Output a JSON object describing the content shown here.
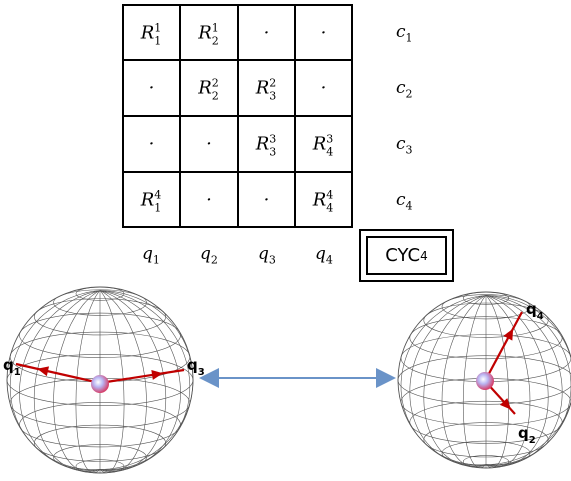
{
  "matrix": {
    "rows": [
      [
        "R_1^1",
        "R_2^1",
        "·",
        "·"
      ],
      [
        "·",
        "R_2^2",
        "R_3^2",
        "·"
      ],
      [
        "·",
        "·",
        "R_3^3",
        "R_4^3"
      ],
      [
        "R_1^4",
        "·",
        "·",
        "R_4^4"
      ]
    ],
    "row_labels": [
      {
        "base": "c",
        "sub": "1"
      },
      {
        "base": "c",
        "sub": "2"
      },
      {
        "base": "c",
        "sub": "3"
      },
      {
        "base": "c",
        "sub": "4"
      }
    ],
    "col_labels": [
      {
        "base": "q",
        "sub": "1"
      },
      {
        "base": "q",
        "sub": "2"
      },
      {
        "base": "q",
        "sub": "3"
      },
      {
        "base": "q",
        "sub": "4"
      }
    ]
  },
  "cyc_box": {
    "text": "CYC",
    "sub": "4"
  },
  "spheres": {
    "left_labels": [
      {
        "base": "q",
        "sub": "1"
      },
      {
        "base": "q",
        "sub": "3"
      }
    ],
    "right_labels": [
      {
        "base": "q",
        "sub": "4"
      },
      {
        "base": "q",
        "sub": "2"
      }
    ]
  },
  "colors": {
    "arrow": "#c00000",
    "link_arrow": "#6a93c8",
    "wire": "#555555",
    "center": "#8f8fe0"
  }
}
